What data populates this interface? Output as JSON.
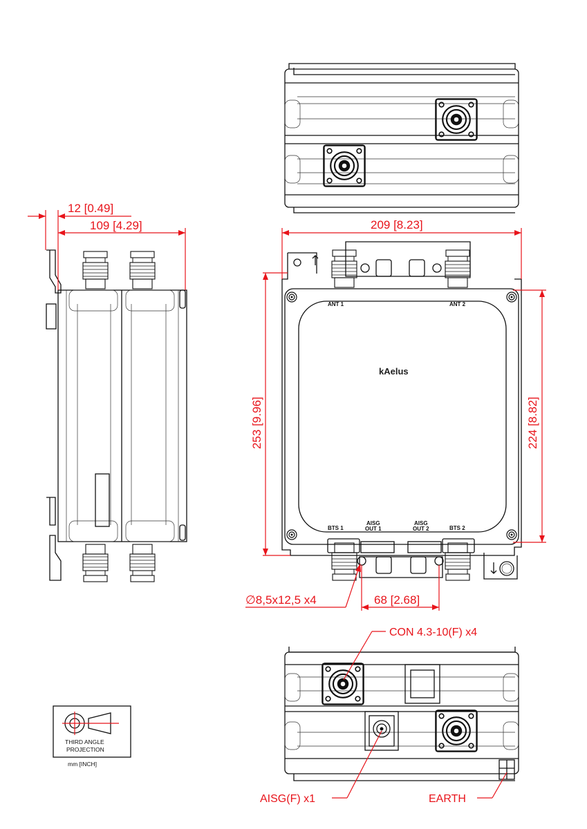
{
  "dimensions": {
    "side_offset": "12 [0.49]",
    "side_depth": "109 [4.29]",
    "front_width": "209 [8.23]",
    "front_height": "253 [9.96]",
    "mount_height": "224 [8.82]",
    "hole_spacing": "68 [2.68]",
    "holes": "∅8,5x12,5 x4"
  },
  "ports": {
    "ant1": "ANT 1",
    "ant2": "ANT 2",
    "bts1": "BTS 1",
    "bts2": "BTS 2",
    "aisg_out1_a": "AISG",
    "aisg_out1_b": "OUT 1",
    "aisg_out2_a": "AISG",
    "aisg_out2_b": "OUT 2"
  },
  "brand": "kAelus",
  "callouts": {
    "connector": "CON 4.3-10(F) x4",
    "aisg": "AISG(F) x1",
    "earth": "EARTH"
  },
  "projection": {
    "line1": "THIRD ANGLE",
    "line2": "PROJECTION",
    "units": "mm [INCH]"
  },
  "colors": {
    "dimension": "#e8141b",
    "line": "#111111"
  }
}
